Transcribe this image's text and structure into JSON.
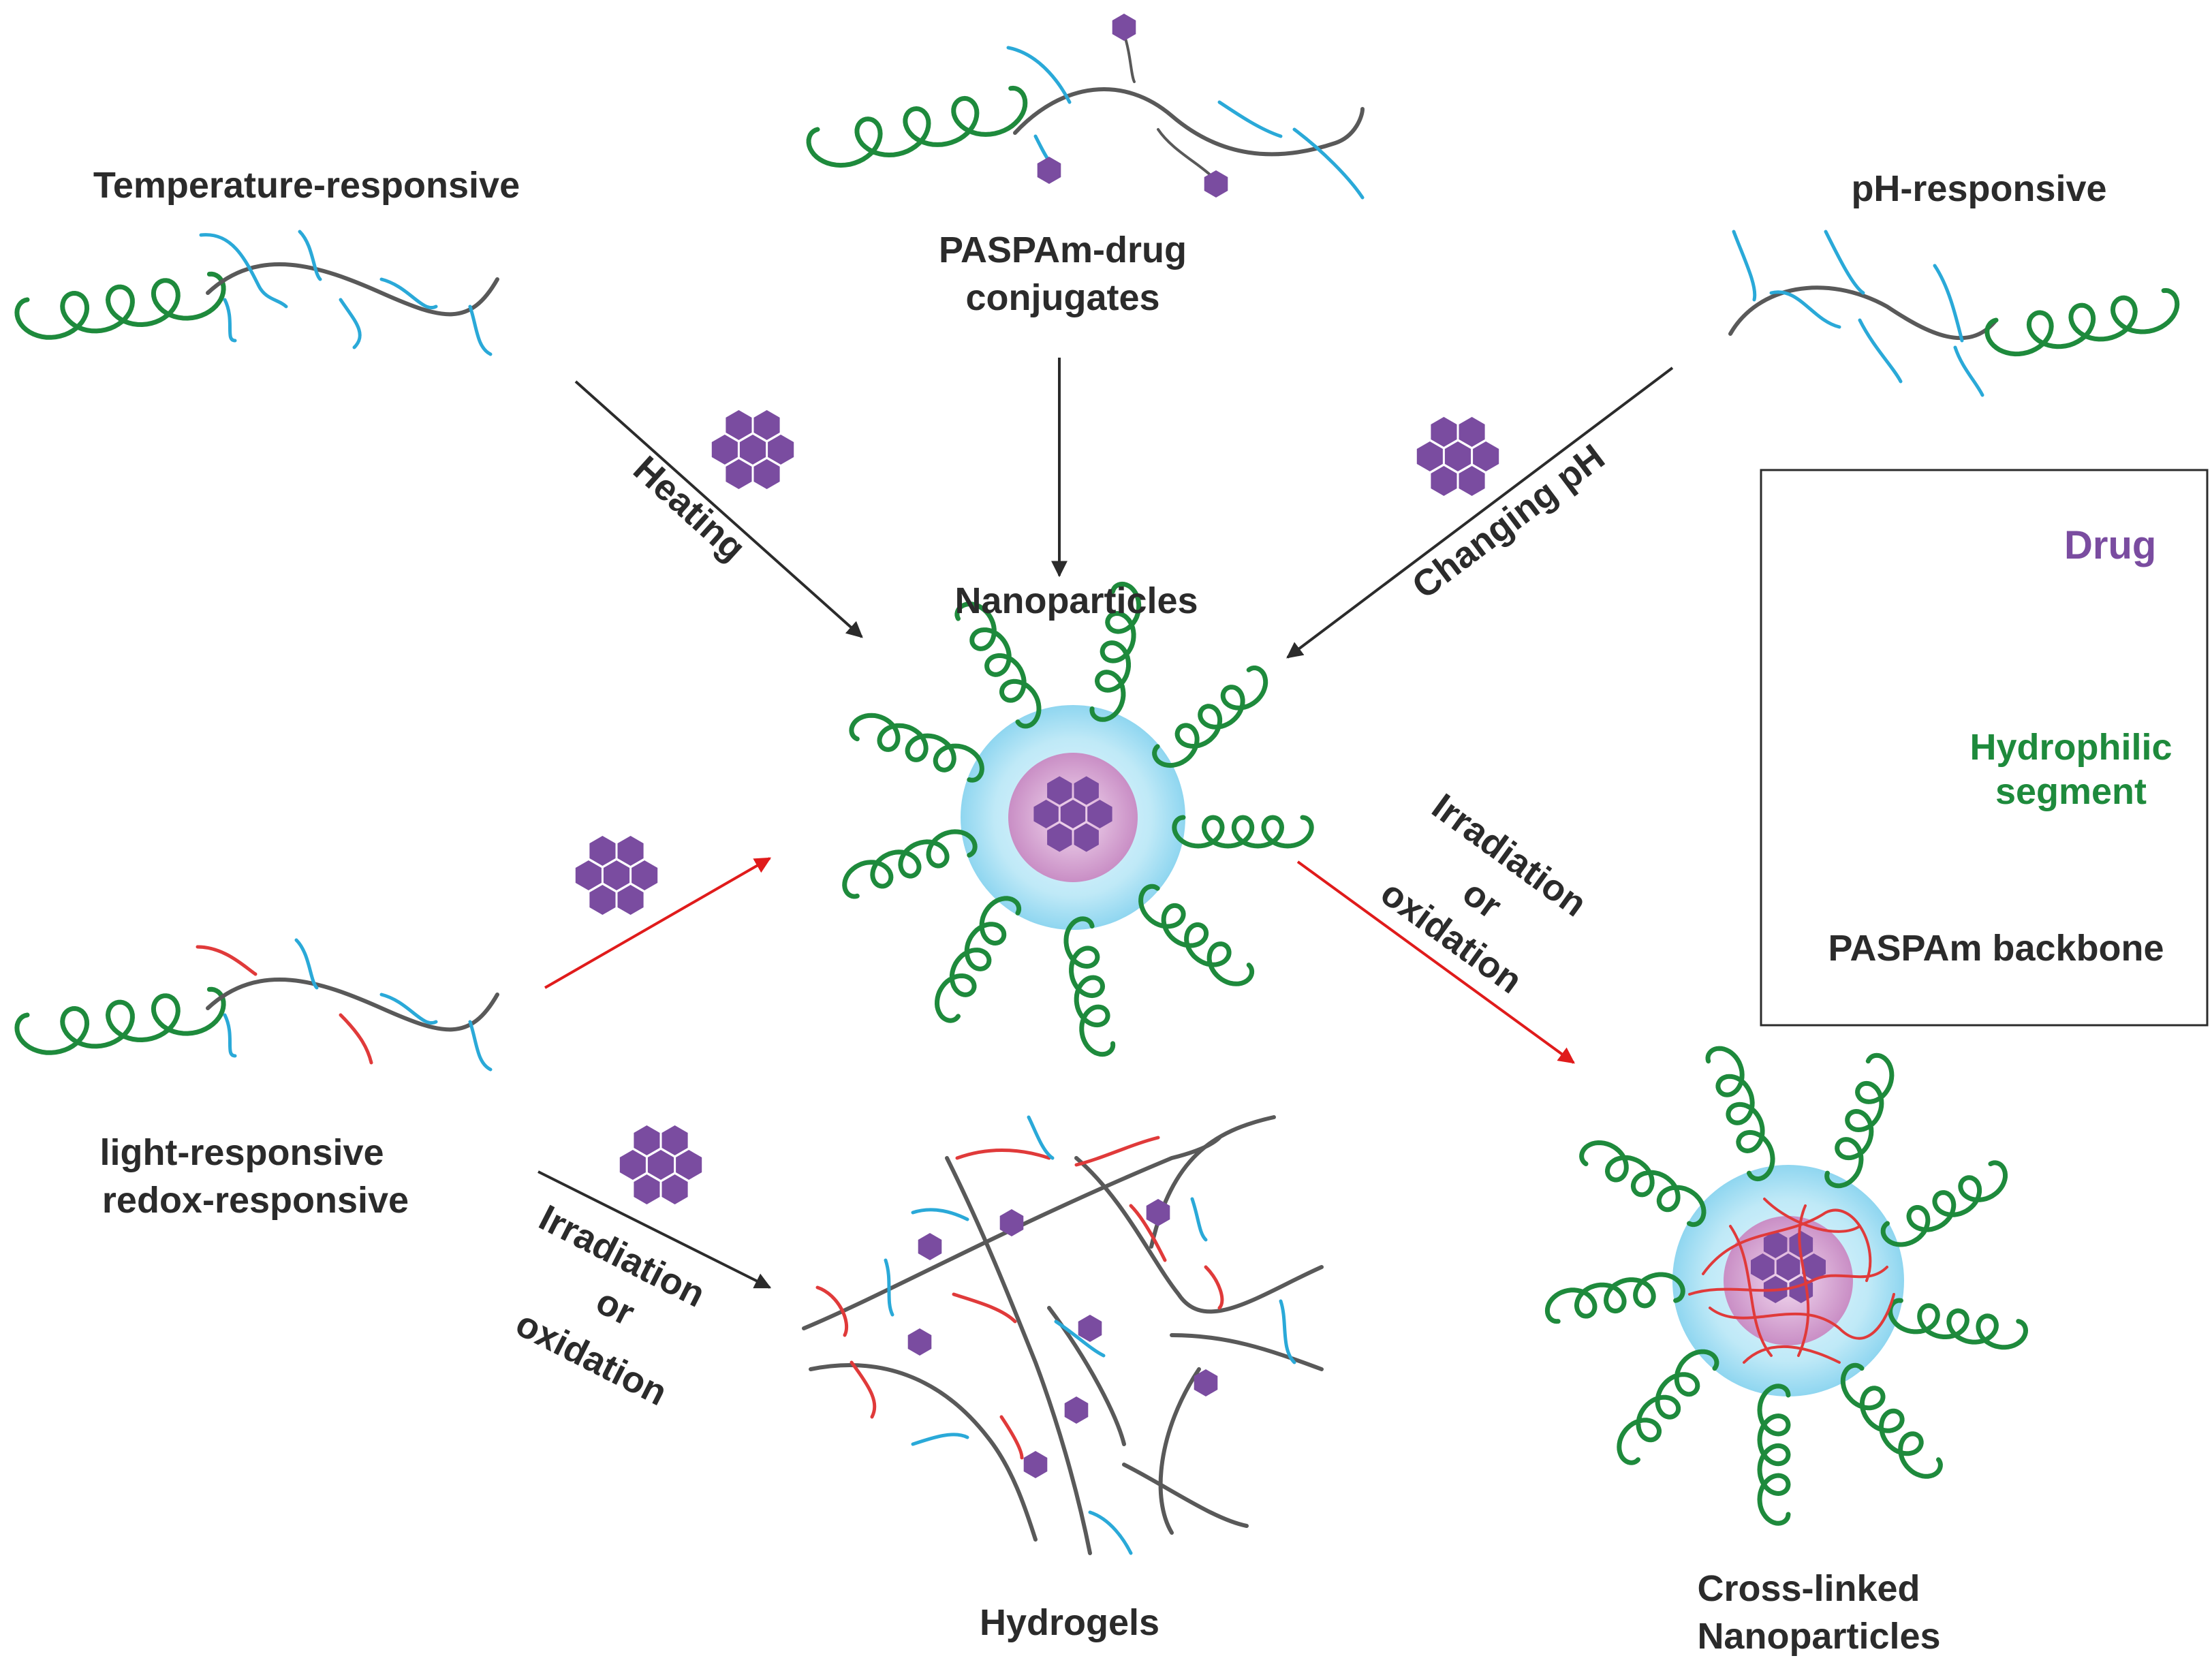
{
  "labels": {
    "temperature": "Temperature-responsive",
    "conjugates_line1": "PASPAm-drug",
    "conjugates_line2": "conjugates",
    "ph": "pH-responsive",
    "nanoparticles": "Nanoparticles",
    "light": "light-responsive",
    "redox": "redox-responsive",
    "hydrogels": "Hydrogels",
    "crosslinked_line1": "Cross-linked",
    "crosslinked_line2": "Nanoparticles"
  },
  "arrows": {
    "heating": "Heating",
    "changing_ph": "Changing pH",
    "irradiation": "Irradiation",
    "or": "or",
    "oxidation": "oxidation"
  },
  "legend": {
    "drug": "Drug",
    "hydrophilic_line1": "Hydrophilic",
    "hydrophilic_line2": "segment",
    "backbone": "PASPAm backbone"
  },
  "colors": {
    "hydrophilic": "#1e8a3c",
    "backbone": "#595959",
    "side_chain": "#2aa9d8",
    "crosslinker": "#e03a3a",
    "drug": "#7a4ca0",
    "shell": "#bfe9f7",
    "core": "#d9a6d6",
    "text": "#2b2b2b",
    "drug_text": "#7a4ca0",
    "legend_green": "#1e8a3c",
    "arrow_red": "#e01b1b"
  }
}
